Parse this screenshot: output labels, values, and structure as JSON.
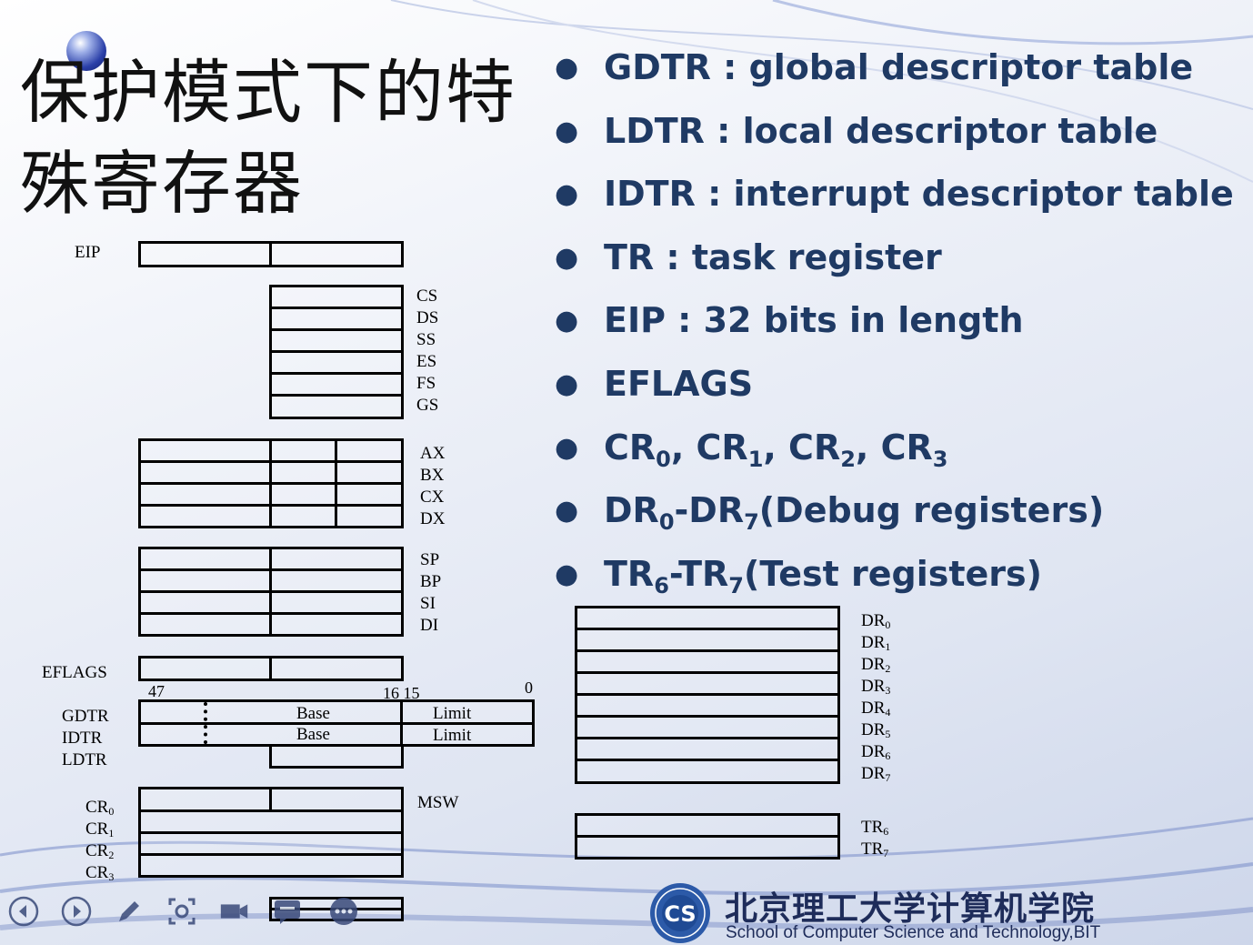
{
  "title_line1": "保护模式下的特",
  "title_line2": "殊寄存器",
  "bullets": [
    {
      "main": "GDTR : global descriptor table"
    },
    {
      "main": "LDTR : local descriptor table"
    },
    {
      "main": "IDTR : interrupt descriptor table"
    },
    {
      "main": "TR : task register"
    },
    {
      "main": "EIP : 32 bits in length"
    },
    {
      "main": "EFLAGS"
    },
    {
      "cr": [
        "CR",
        "0",
        ", CR",
        "1",
        ", CR",
        "2",
        ", CR",
        "3"
      ]
    },
    {
      "dr": [
        "DR",
        "0",
        "-DR",
        "7",
        "(Debug registers)"
      ]
    },
    {
      "tr": [
        "TR",
        "6",
        "-TR",
        "7",
        "(Test registers)"
      ]
    }
  ],
  "regs": {
    "eip": "EIP",
    "segments": [
      "CS",
      "DS",
      "SS",
      "ES",
      "FS",
      "GS"
    ],
    "general": [
      "AX",
      "BX",
      "CX",
      "DX"
    ],
    "pointer": [
      "SP",
      "BP",
      "SI",
      "DI"
    ],
    "eflags": "EFLAGS",
    "bits": {
      "b47": "47",
      "b1615": "16 15",
      "b0": "0"
    },
    "gdtr": "GDTR",
    "idtr": "IDTR",
    "ldtr": "LDTR",
    "base": "Base",
    "limit": "Limit",
    "msw": "MSW",
    "cr": [
      [
        "CR",
        "0"
      ],
      [
        "CR",
        "1"
      ],
      [
        "CR",
        "2"
      ],
      [
        "CR",
        "3"
      ]
    ],
    "dr": [
      [
        "DR",
        "0"
      ],
      [
        "DR",
        "1"
      ],
      [
        "DR",
        "2"
      ],
      [
        "DR",
        "3"
      ],
      [
        "DR",
        "4"
      ],
      [
        "DR",
        "5"
      ],
      [
        "DR",
        "6"
      ],
      [
        "DR",
        "7"
      ]
    ],
    "tr": [
      [
        "TR",
        "6"
      ],
      [
        "TR",
        "7"
      ]
    ]
  },
  "school": {
    "name_cn": "北京理工大学计算机学院",
    "name_en": "School of Computer Science and Technology,BIT"
  },
  "toolbar": [
    "prev-icon",
    "next-icon",
    "pen-icon",
    "zoom-icon",
    "camera-icon",
    "comment-icon",
    "more-icon"
  ],
  "colors": {
    "heading": "#1f3a64",
    "school": "#1e2c5a"
  }
}
